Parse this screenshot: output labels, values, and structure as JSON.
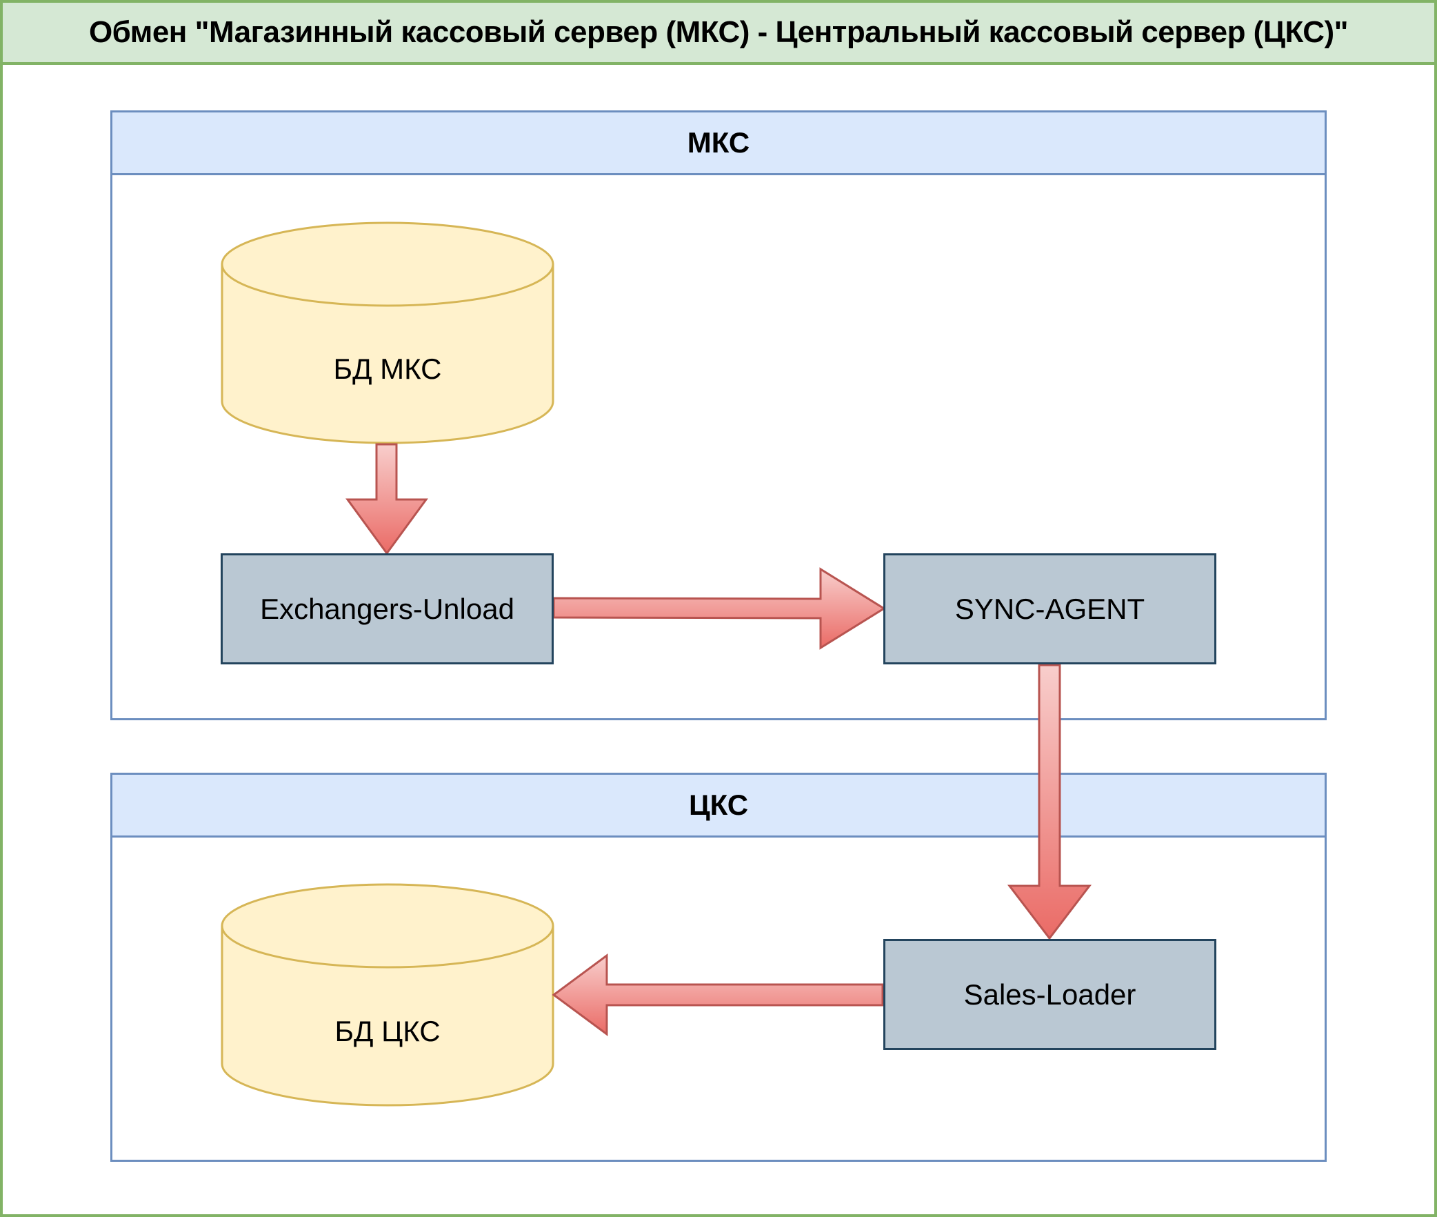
{
  "title": "Обмен \"Магазинный кассовый сервер (МКС) - Центральный кассовый сервер (ЦКС)\"",
  "containers": {
    "mks": {
      "label": "МКС"
    },
    "cks": {
      "label": "ЦКС"
    }
  },
  "nodes": {
    "db_mks": {
      "label": "БД МКС",
      "shape": "cylinder"
    },
    "exchangers_unload": {
      "label": "Exchangers-Unload",
      "shape": "process"
    },
    "sync_agent": {
      "label": "SYNC-AGENT",
      "shape": "process"
    },
    "sales_loader": {
      "label": "Sales-Loader",
      "shape": "process"
    },
    "db_cks": {
      "label": "БД ЦКС",
      "shape": "cylinder"
    }
  },
  "edges": [
    {
      "from": "БД МКС",
      "to": "Exchangers-Unload"
    },
    {
      "from": "Exchangers-Unload",
      "to": "SYNC-AGENT"
    },
    {
      "from": "SYNC-AGENT",
      "to": "Sales-Loader"
    },
    {
      "from": "Sales-Loader",
      "to": "БД ЦКС"
    }
  ],
  "colors": {
    "frame_fill": "#d5e8d4",
    "frame_stroke": "#82b366",
    "container_fill": "#dae8fc",
    "container_stroke": "#6c8ebf",
    "db_fill": "#fff2cc",
    "db_stroke": "#d6b656",
    "process_fill": "#bac8d3",
    "process_stroke": "#23445d",
    "arrow_fill_top": "#f8cecc",
    "arrow_fill_bottom": "#ea6b66",
    "arrow_stroke": "#b85450"
  }
}
